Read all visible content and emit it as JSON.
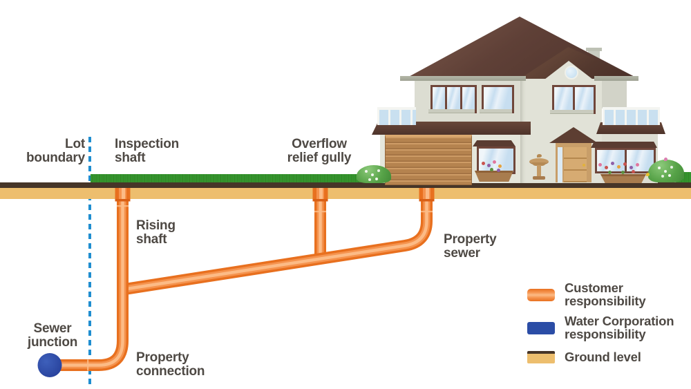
{
  "diagram": {
    "type": "sewer-service-cross-section",
    "labels": {
      "lot_boundary": "Lot\nboundary",
      "inspection_shaft": "Inspection\nshaft",
      "overflow_relief_gully": "Overflow\nrelief gully",
      "rising_shaft": "Rising\nshaft",
      "property_sewer": "Property\nsewer",
      "sewer_junction": "Sewer\njunction",
      "property_connection": "Property\nconnection"
    }
  },
  "legend": {
    "items": [
      {
        "id": "customer",
        "label": "Customer\nresponsibility",
        "swatch": "orange-pipe",
        "color": "#E8701F"
      },
      {
        "id": "water-corporation",
        "label": "Water Corporation\nresponsibility",
        "swatch": "blue",
        "color": "#2B4DA6"
      },
      {
        "id": "ground-level",
        "label": "Ground level",
        "swatch": "ground",
        "color": "#EDBE6E"
      }
    ]
  },
  "colors": {
    "pipe-dark": "#E8701F",
    "pipe-mid": "#F5934E",
    "pipe-light": "#FCBB86",
    "pipe-darker": "#D95F15",
    "water-blue": "#2B4DA6",
    "boundary-blue": "#1F8ED0",
    "soil-tan": "#EDBE6E",
    "ground-line-brown": "#463528",
    "grass-green": "#2E8C2A",
    "label-text": "#4E4944"
  }
}
